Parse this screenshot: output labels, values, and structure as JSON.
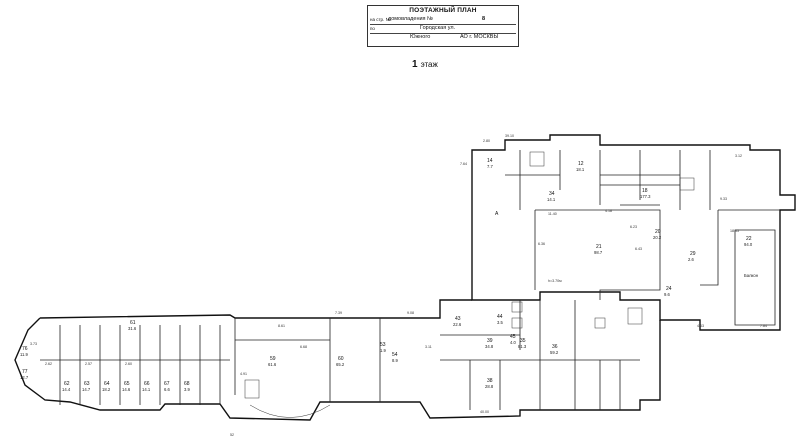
{
  "stamp": {
    "title": "ПОЭТАЖНЫЙ ПЛАН",
    "row1_label": "на стр. №",
    "row1_text": "домовладения №",
    "row1_number": "8",
    "row2_label": "по",
    "row2_text": "Городская ул.",
    "row3_text": "Южного",
    "row3_suffix": "АО г. МОСКВЫ"
  },
  "floor": {
    "number": "1",
    "label": "этаж"
  },
  "rooms": [
    {
      "num": "18",
      "area": "177.3"
    },
    {
      "num": "21",
      "area": "98.7"
    },
    {
      "num": "22",
      "area": "94.0"
    },
    {
      "num": "20",
      "area": "20.2"
    },
    {
      "num": "34",
      "area": "14.1"
    },
    {
      "num": "35",
      "area": "81.3"
    },
    {
      "num": "36",
      "area": "59.2"
    },
    {
      "num": "38",
      "area": "28.8"
    },
    {
      "num": "39",
      "area": "34.8"
    },
    {
      "num": "43",
      "area": "22.6"
    },
    {
      "num": "44",
      "area": "3.5"
    },
    {
      "num": "45",
      "area": "4.0"
    },
    {
      "num": "53",
      "area": "1.9"
    },
    {
      "num": "54",
      "area": "8.9"
    },
    {
      "num": "59",
      "area": "61.6"
    },
    {
      "num": "60",
      "area": "65.2"
    },
    {
      "num": "61",
      "area": "31.6"
    },
    {
      "num": "62",
      "area": "14.4"
    },
    {
      "num": "63",
      "area": "14.7"
    },
    {
      "num": "64",
      "area": "18.2"
    },
    {
      "num": "65",
      "area": "14.6"
    },
    {
      "num": "66",
      "area": "14.1"
    },
    {
      "num": "67",
      "area": "6.6"
    },
    {
      "num": "68",
      "area": "3.9"
    },
    {
      "num": "76",
      "area": "11.9"
    },
    {
      "num": "77",
      "area": "12.7"
    },
    {
      "num": "12",
      "area": "18.1"
    },
    {
      "num": "14",
      "area": "7.7"
    },
    {
      "num": "24",
      "area": "9.6"
    },
    {
      "num": "29",
      "area": "2.6"
    }
  ],
  "dimensions": [
    "39.10",
    "2.80",
    "7.64",
    "11.40",
    "6.43",
    "4.18",
    "6.36",
    "6.23",
    "7.39",
    "8.61",
    "9.08",
    "6.68",
    "40.00",
    "18.33",
    "9.33",
    "4.63",
    "7.84",
    "3.12",
    "3.73",
    "2.57",
    "2.62",
    "2.60",
    "4.91",
    "3.11"
  ],
  "annotations": {
    "balcony": "Балкон",
    "height": "h=3.70м",
    "stair_label": "А",
    "sheet_mark": "52"
  }
}
